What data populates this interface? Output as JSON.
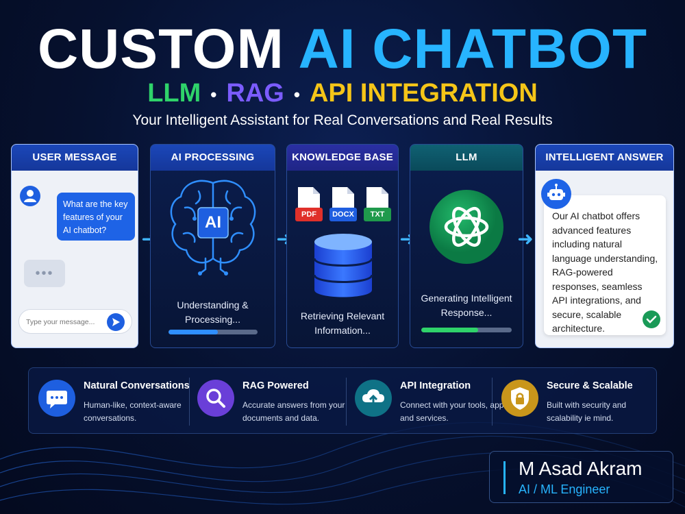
{
  "header": {
    "title_part1": "CUSTOM",
    "title_part2": "AI CHATBOT",
    "subtitle": {
      "item1": "LLM",
      "dot1": "•",
      "item2": "RAG",
      "dot2": "•",
      "item3": "API INTEGRATION"
    },
    "tagline": "Your Intelligent Assistant for Real Conversations and Real Results"
  },
  "pipeline": {
    "user_message": {
      "title": "USER MESSAGE",
      "bubble": "What are the key features of your AI chatbot?",
      "typing": "•••",
      "input_placeholder": "Type your message..."
    },
    "ai_processing": {
      "title": "AI PROCESSING",
      "chip": "AI",
      "status": "Understanding & Processing...",
      "progress": 0.55
    },
    "knowledge_base": {
      "title": "KNOWLEDGE BASE",
      "docs": [
        "PDF",
        "DOCX",
        "TXT"
      ],
      "status": "Retrieving Relevant Information..."
    },
    "llm": {
      "title": "LLM",
      "status": "Generating Intelligent Response...",
      "progress": 0.63
    },
    "answer": {
      "title": "INTELLIGENT ANSWER",
      "text": "Our AI chatbot offers advanced features including natural language understanding, RAG-powered responses, seamless API integrations, and secure, scalable architecture."
    }
  },
  "features": [
    {
      "title": "Natural Conversations",
      "desc": "Human-like, context-aware conversations.",
      "icon": "chat-icon"
    },
    {
      "title": "RAG Powered",
      "desc": "Accurate answers from your documents and data.",
      "icon": "search-icon"
    },
    {
      "title": "API Integration",
      "desc": "Connect with your tools, apps and services.",
      "icon": "cloud-upload-icon"
    },
    {
      "title": "Secure & Scalable",
      "desc": "Built with security and scalability ie mind.",
      "icon": "shield-lock-icon"
    }
  ],
  "author": {
    "name": "M Asad Akram",
    "role": "AI / ML Engineer"
  },
  "colors": {
    "accent_blue": "#27b4ff",
    "llm_green": "#2fd36a",
    "rag_purple": "#7b5cff",
    "api_yellow": "#f5c518"
  }
}
